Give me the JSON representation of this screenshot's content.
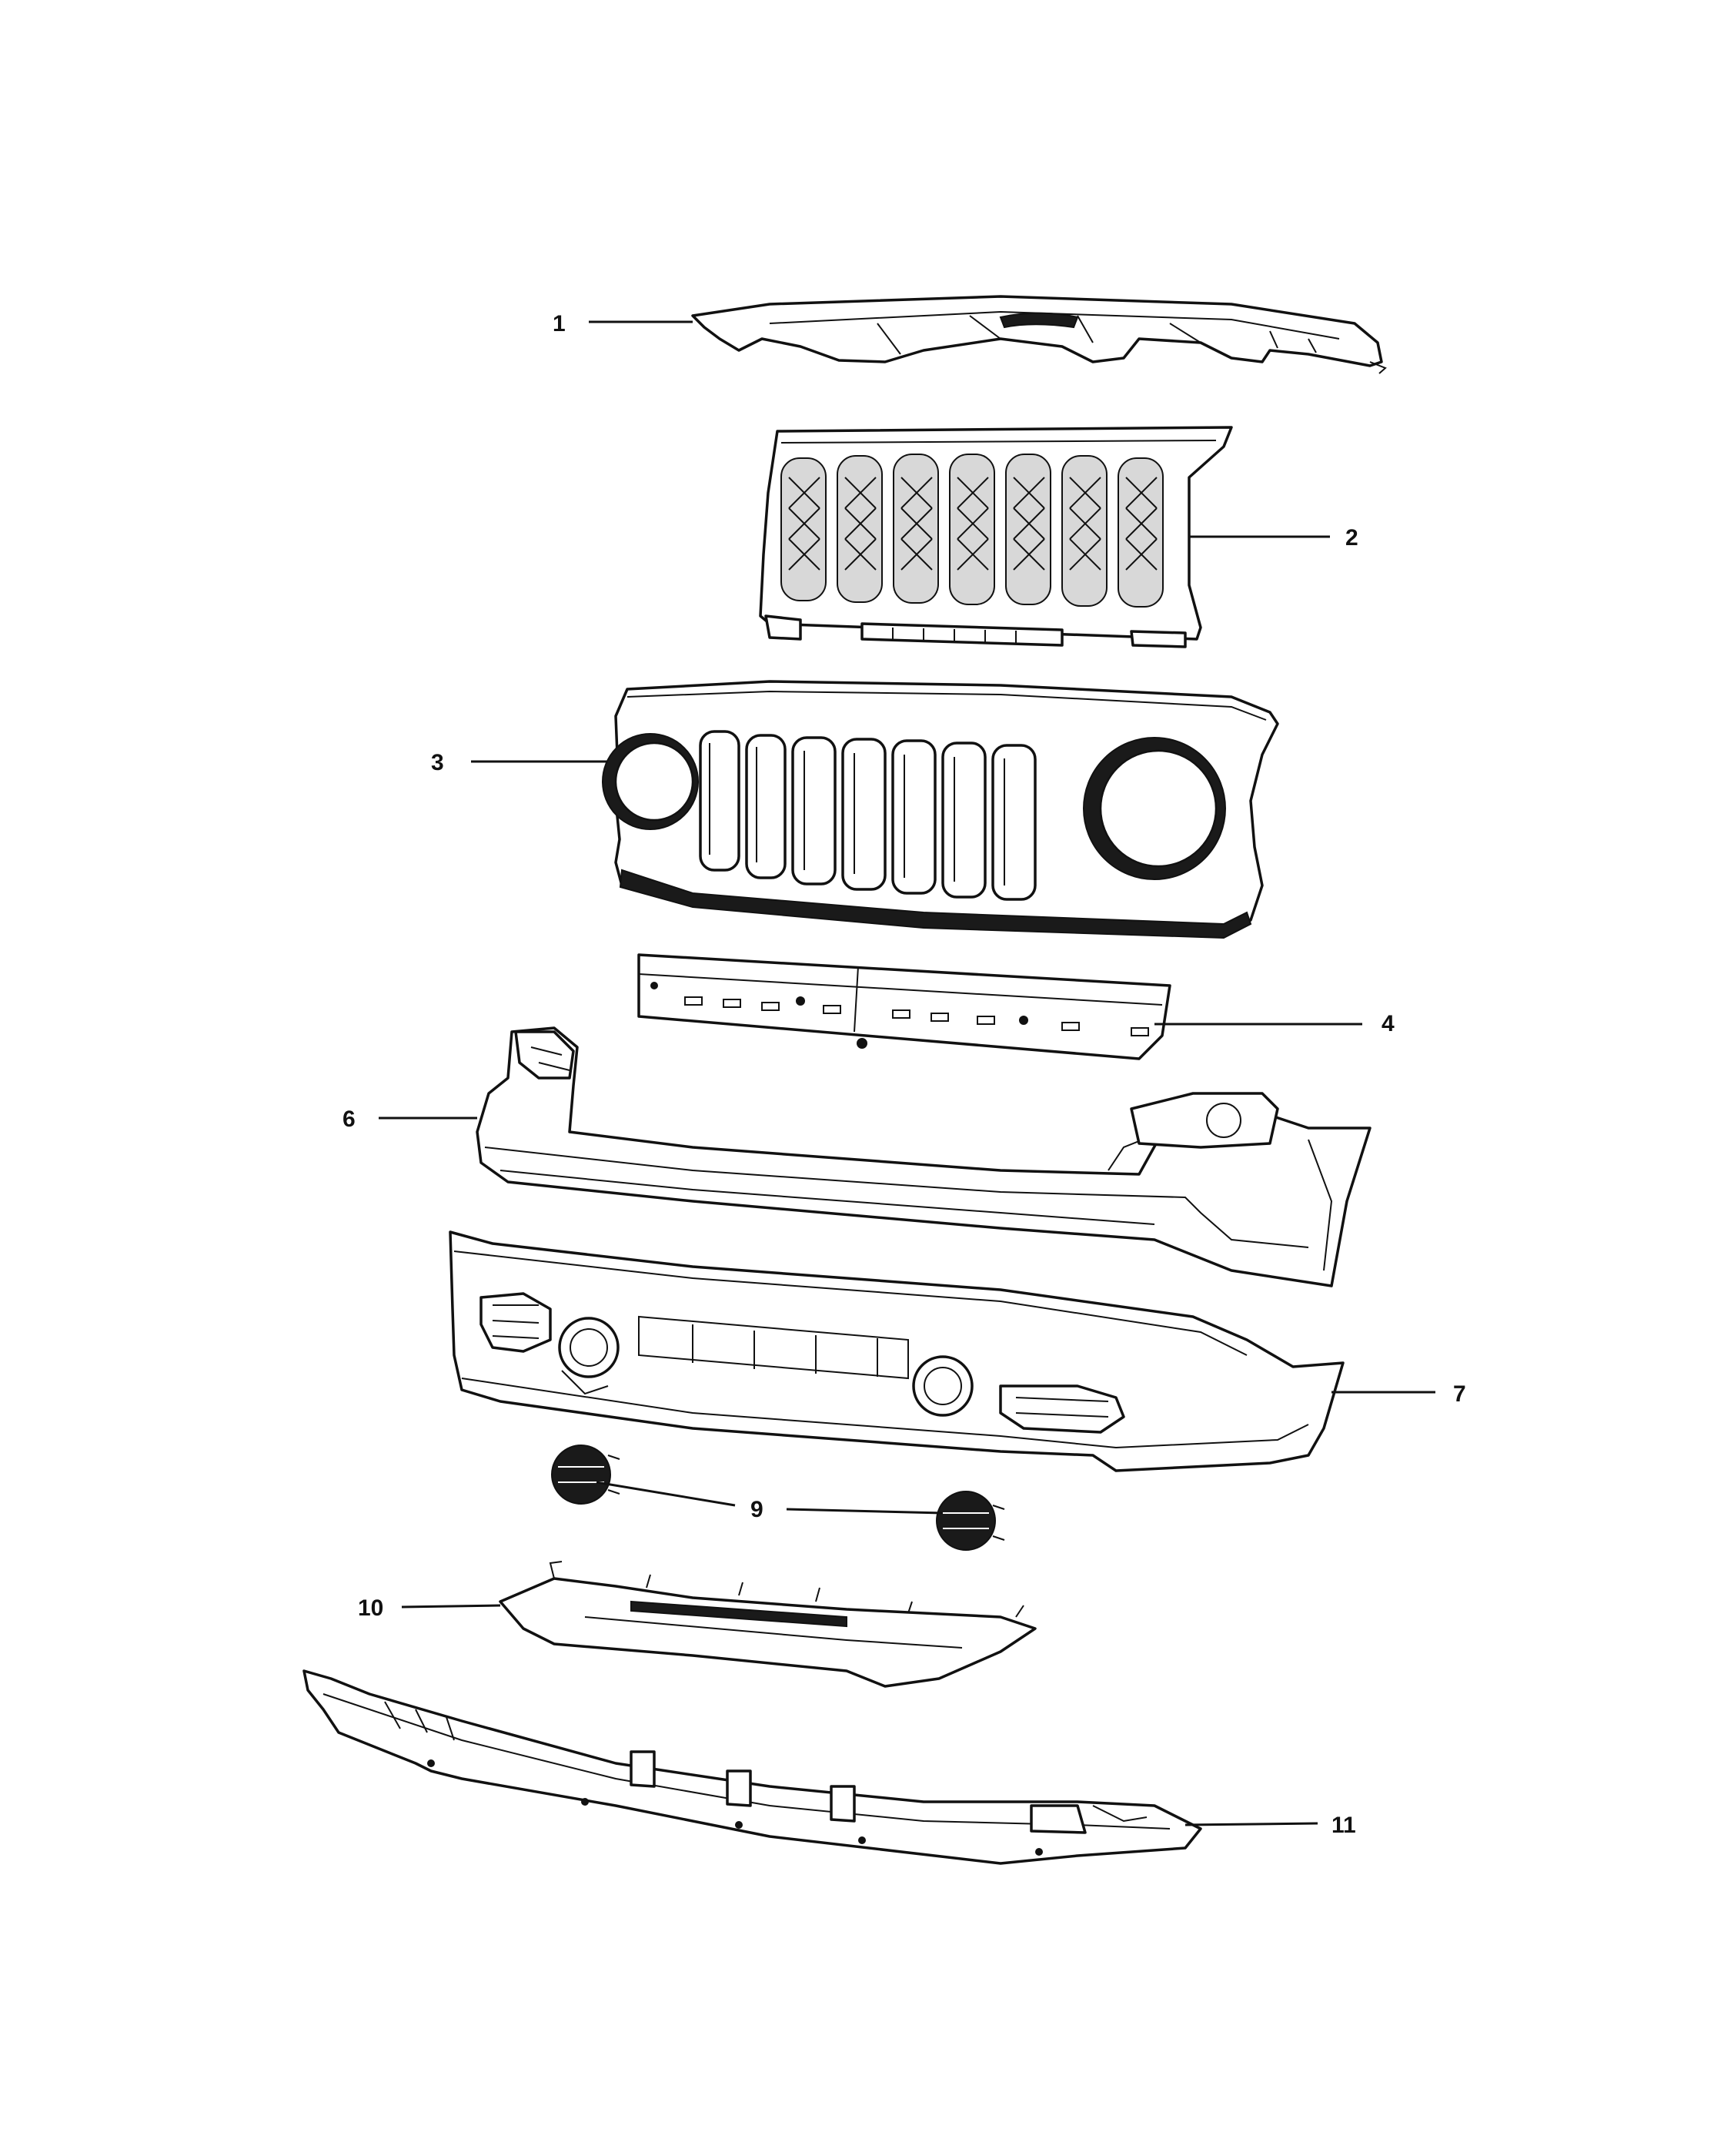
{
  "callouts": [
    {
      "id": "1",
      "label": "1"
    },
    {
      "id": "2",
      "label": "2"
    },
    {
      "id": "3",
      "label": "3"
    },
    {
      "id": "4",
      "label": "4"
    },
    {
      "id": "6",
      "label": "6"
    },
    {
      "id": "7",
      "label": "7"
    },
    {
      "id": "9",
      "label": "9"
    },
    {
      "id": "10",
      "label": "10"
    },
    {
      "id": "11",
      "label": "11"
    }
  ]
}
